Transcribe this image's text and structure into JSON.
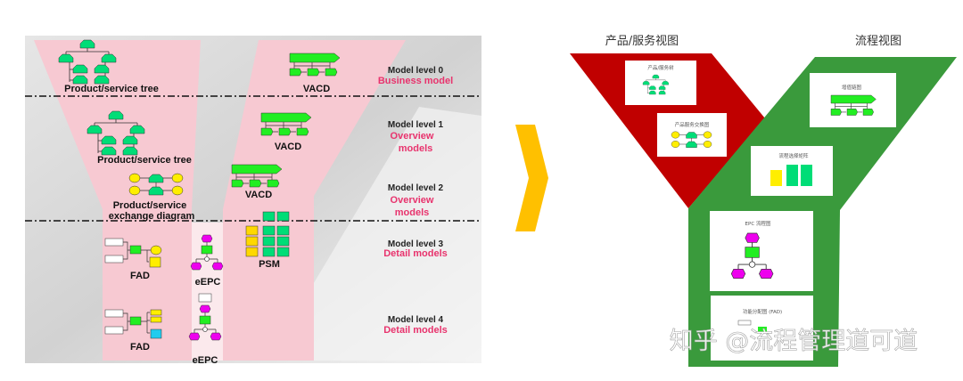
{
  "left_diagram": {
    "levels": [
      {
        "label": "Model level 0",
        "sub": [
          "Business model"
        ]
      },
      {
        "label": "Model level 1",
        "sub": [
          "Overview",
          "models"
        ]
      },
      {
        "label": "Model level 2",
        "sub": [
          "Overview",
          "models"
        ]
      },
      {
        "label": "Model level 3",
        "sub": [
          "Detail models"
        ]
      },
      {
        "label": "Model level 4",
        "sub": [
          "Detail models"
        ]
      }
    ],
    "models": {
      "pst0": "Product/service tree",
      "vacd0": "VACD",
      "pst1": "Product/service tree",
      "vacd1": "VACD",
      "vacd2": "VACD",
      "psed_1": "Product/service",
      "psed_2": "exchange diagram",
      "psm": "PSM",
      "fad3": "FAD",
      "eepc3": "eEPC",
      "fad4": "FAD",
      "eepc4": "eEPC"
    }
  },
  "right_diagram": {
    "product_view_title": "产品/服务视图",
    "process_view_title": "流程视图",
    "cards": {
      "product_tree": "产品/服务树",
      "exchange": "产品服务交换图",
      "value_chain": "增值链图",
      "process_matrix": "流程选择矩阵",
      "epc": "EPC 流程图",
      "fad": "功能分配图 (FAD)"
    },
    "watermark": "知乎 @流程管理道可道"
  },
  "colors": {
    "pink": "#f7c9d2",
    "accent_text": "#e8336d",
    "red_arm": "#c00000",
    "green_arm": "#3a9a3c",
    "arrow": "#ffc000",
    "node_green": "#00e070",
    "vacd_green": "#22ee22",
    "magenta": "#ee00ee",
    "yellow": "#ffee00"
  }
}
